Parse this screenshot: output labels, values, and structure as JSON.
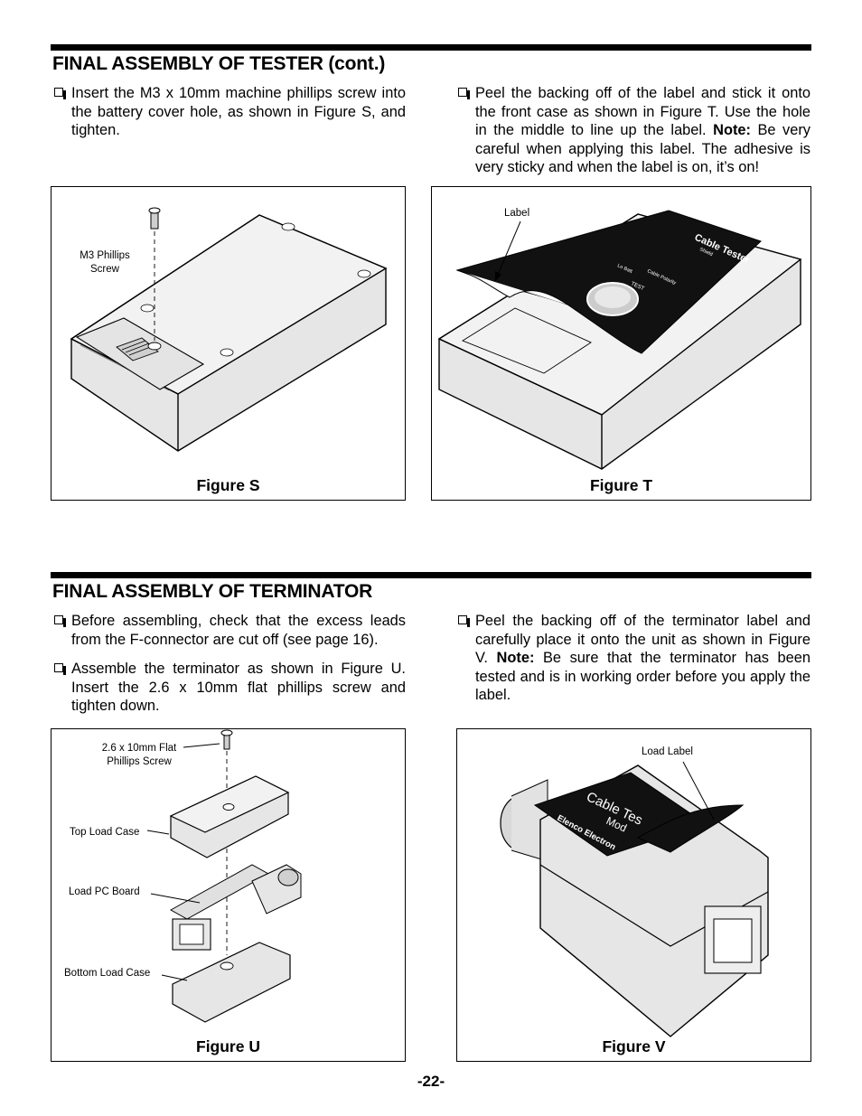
{
  "sections": {
    "tester": {
      "title": "FINAL ASSEMBLY OF TESTER (cont.)",
      "step_screw": "Insert the M3 x 10mm machine phillips screw into the battery cover hole, as shown in Figure S, and tighten.",
      "step_label_text": "Peel the backing off of the label and stick it onto the front case as shown in Figure T. Use the hole in the middle to line up the label.",
      "step_label_note_label": "Note:",
      "step_label_note_text": "Be very careful when applying this label. The adhesive is very sticky and when the label is on, it’s on!"
    },
    "terminator": {
      "title": "FINAL ASSEMBLY OF TERMINATOR",
      "step_leads": "Before assembling, check that the excess leads from the F-connector are cut off (see page 16).",
      "step_assemble": "Assemble the terminator as shown in Figure U. Insert the 2.6 x 10mm flat phillips screw and tighten down.",
      "step_label_text": "Peel the backing off of the terminator label and carefully place it onto the unit as shown in Figure V.",
      "step_label_note_label": "Note:",
      "step_label_note_text": "Be sure that the terminator has been tested and is in working order before you apply the label."
    }
  },
  "figures": {
    "s": {
      "caption": "Figure S",
      "callout_line1": "M3 Phillips",
      "callout_line2": "Screw"
    },
    "t": {
      "caption": "Figure T",
      "callout": "Label",
      "label_title": "Cable Tester",
      "label_test": "TEST",
      "label_lo_batt": "Lo Batt",
      "label_cable_polarity": "Cable Polarity",
      "label_shield": "Shield"
    },
    "u": {
      "caption": "Figure U",
      "screw_line1": "2.6 x 10mm Flat",
      "screw_line2": "Phillips Screw",
      "top_case": "Top Load Case",
      "pc_board": "Load PC Board",
      "bottom_case": "Bottom Load Case"
    },
    "v": {
      "caption": "Figure V",
      "callout": "Load Label",
      "label_title": "Cable Tes",
      "label_mod": "Mod",
      "label_brand": "Elenco Electron"
    }
  },
  "page_number": "-22-"
}
